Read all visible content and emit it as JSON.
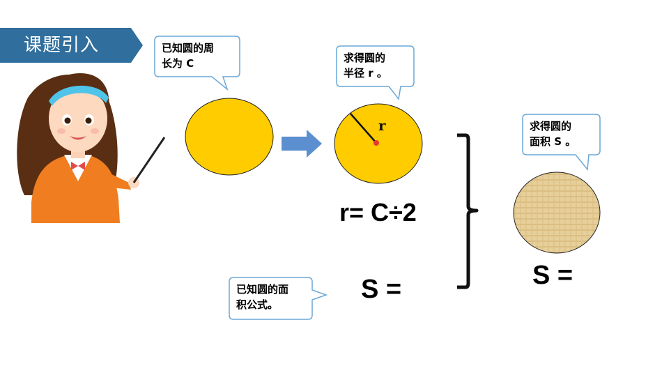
{
  "banner": {
    "title": "课题引入",
    "color": "#2f6e9d"
  },
  "bubbles": {
    "circumference_known": "已知圆的周\n长为 C",
    "radius_found": "求得圆的\n半径 r 。",
    "area_formula_known": "已知圆的面\n积公式。",
    "area_found": "求得圆的\n面积 S 。"
  },
  "diagram": {
    "radius_label": "r",
    "radius_formula": "r= C÷2",
    "area_left": "S =",
    "area_right": "S =",
    "circle_color": "#ffcc00",
    "arrow_color": "#5b8fd0"
  },
  "icons": {
    "teacher": "teacher-with-pointer-icon",
    "arrow": "right-arrow-icon",
    "brace": "right-brace-icon"
  }
}
